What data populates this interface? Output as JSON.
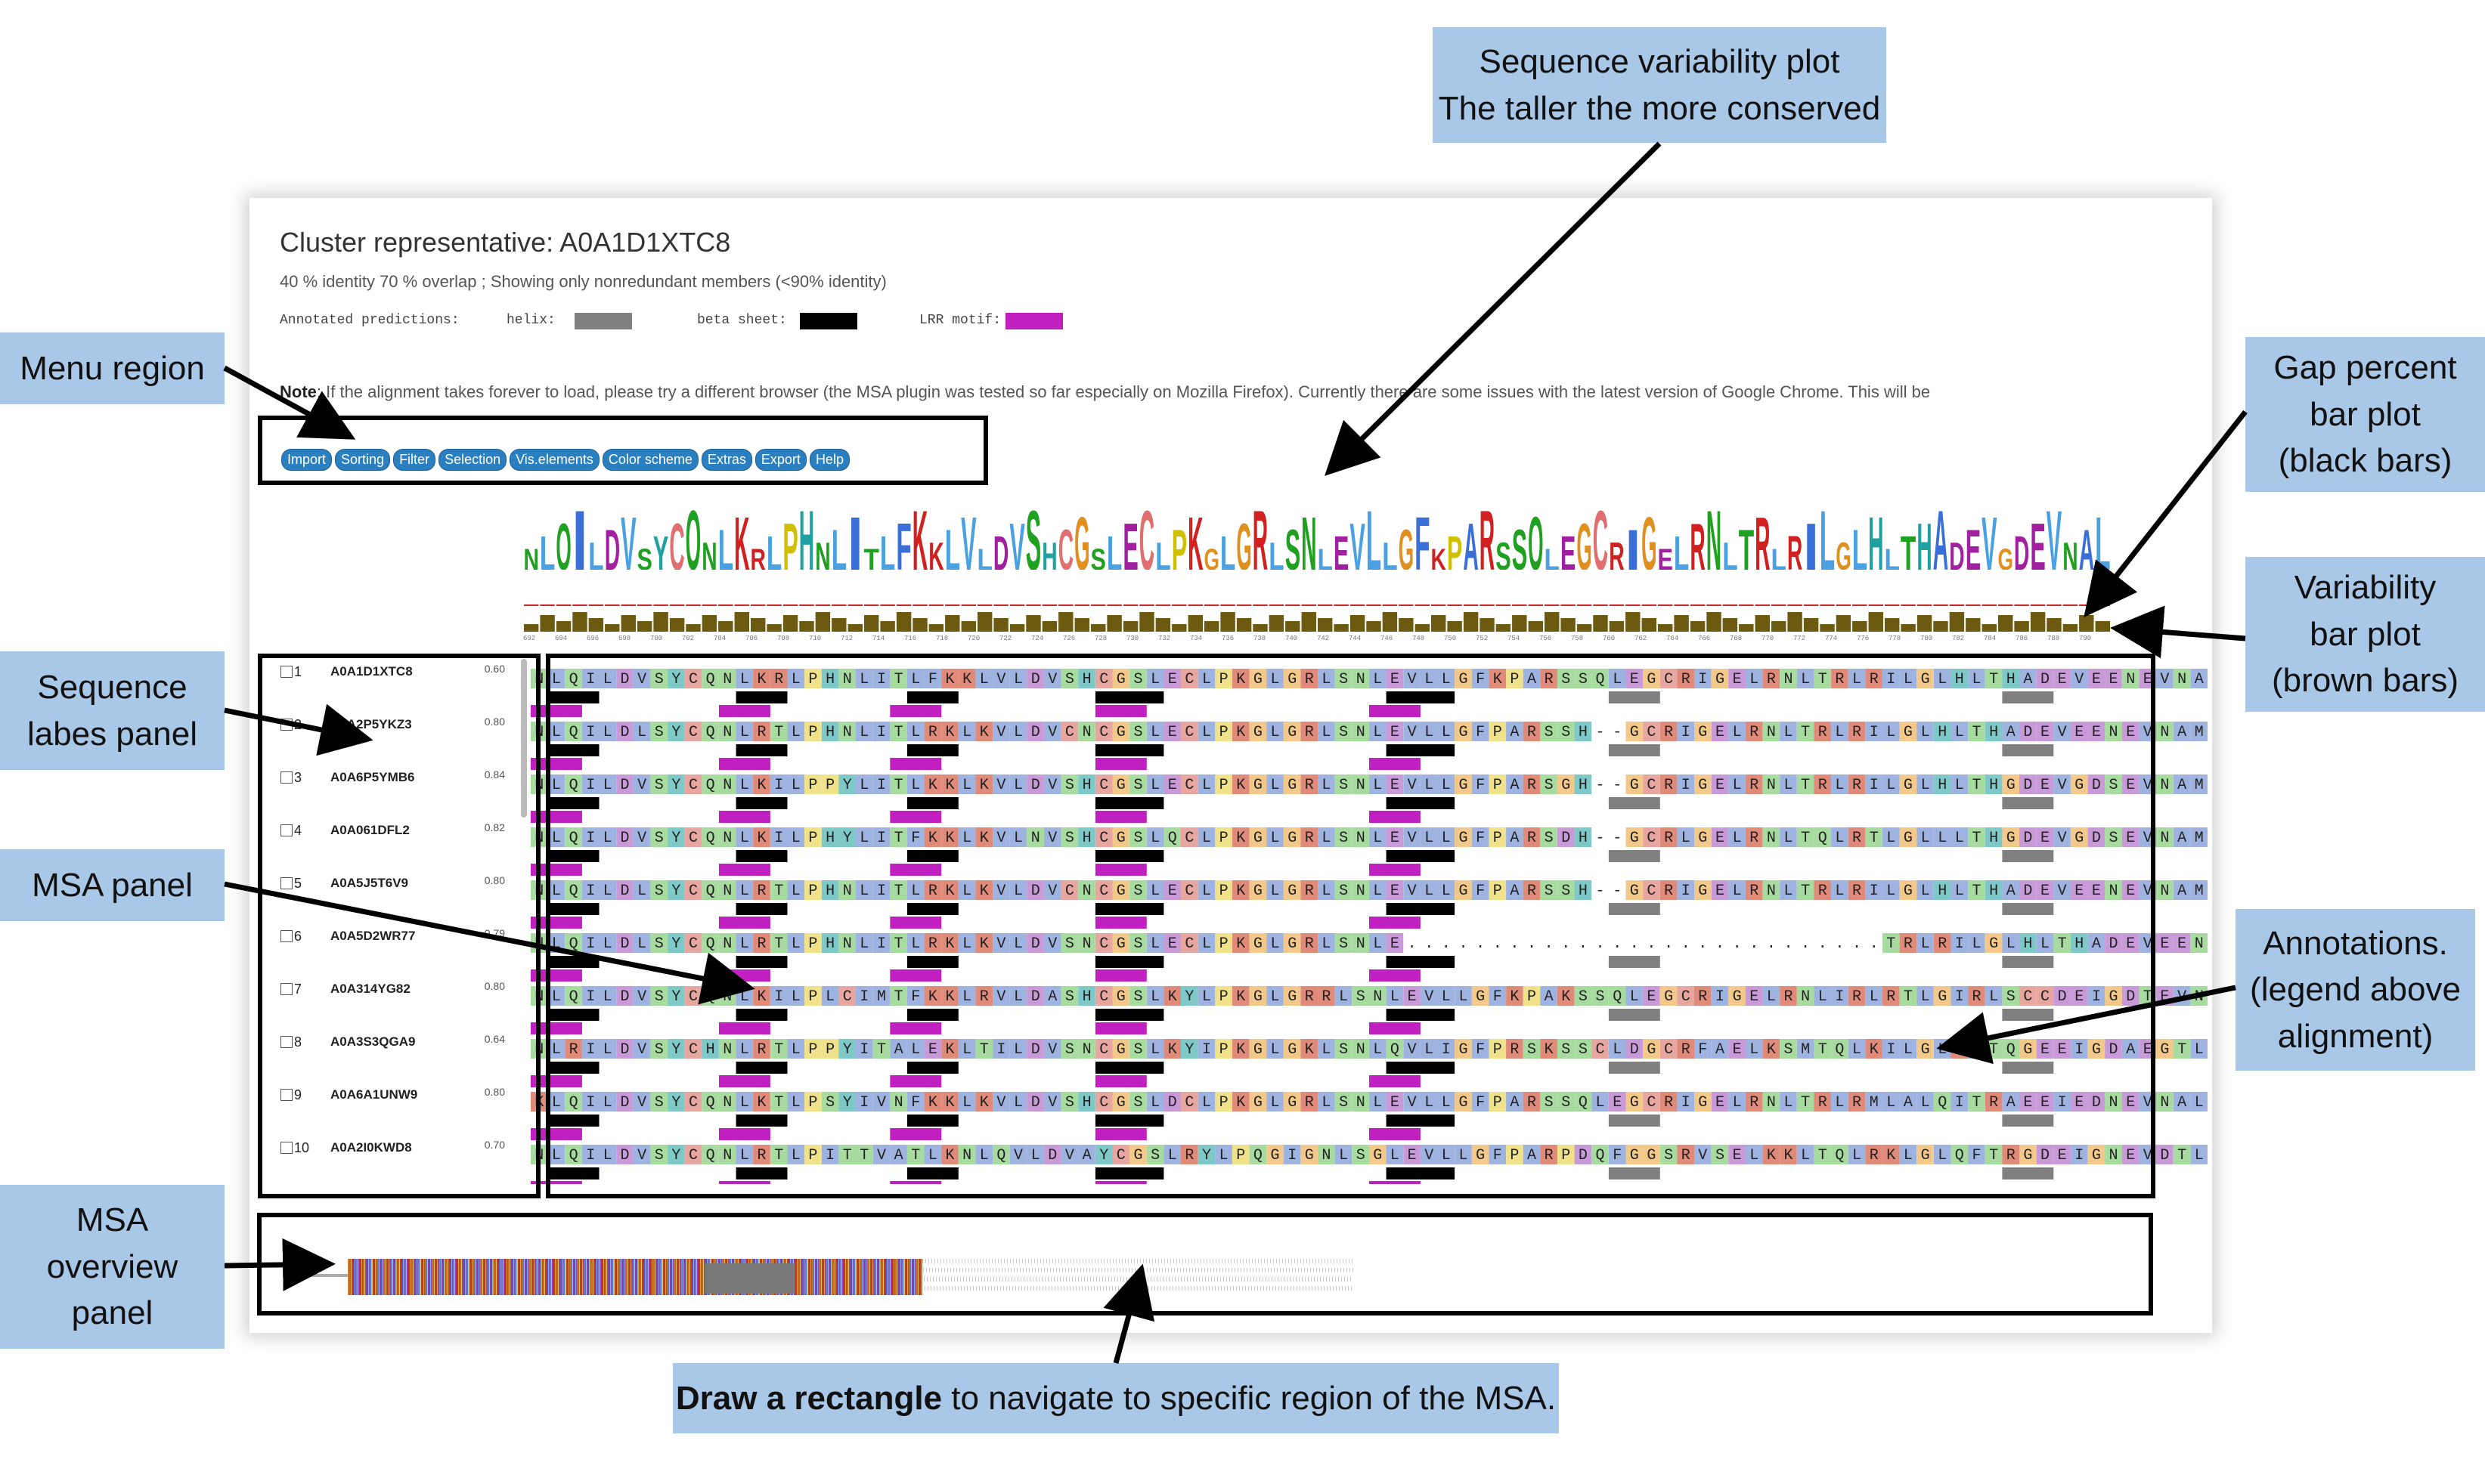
{
  "header": {
    "title": "Cluster representative: A0A1D1XTC8",
    "subtitle": "40 % identity 70 % overlap ; Showing only nonredundant members (<90% identity)"
  },
  "annotation_legend": {
    "label": "Annotated predictions:",
    "items": [
      {
        "label": "helix:",
        "color": "#808080"
      },
      {
        "label": "beta sheet:",
        "color": "#000000"
      },
      {
        "label": "LRR motif:",
        "color": "#c020c0"
      }
    ]
  },
  "note": {
    "label": "Note",
    "text": ": If the alignment takes forever to load, please try a different browser (the MSA plugin was tested so far especially on Mozilla Firefox). Currently there are some issues with the latest version of Google Chrome. This will be"
  },
  "menu": [
    "Import",
    "Sorting",
    "Filter",
    "Selection",
    "Vis.elements",
    "Color scheme",
    "Extras",
    "Export",
    "Help"
  ],
  "ruler": [
    "692",
    "694",
    "696",
    "698",
    "700",
    "702",
    "704",
    "706",
    "708",
    "710",
    "712",
    "714",
    "716",
    "718",
    "720",
    "722",
    "724",
    "726",
    "728",
    "730",
    "732",
    "734",
    "736",
    "738",
    "740",
    "742",
    "744",
    "746",
    "748",
    "750",
    "752",
    "754",
    "756",
    "758",
    "760",
    "762",
    "764",
    "766",
    "768",
    "770",
    "772",
    "774",
    "776",
    "778",
    "780",
    "782",
    "784",
    "786",
    "788",
    "790"
  ],
  "logo": {
    "letters": "NLQILDVSYCQNLKRLPHNLITLFKKLVLDVSHCGSLECLPKGLGRLSNLEVLLGFKPARSSQLEGCRIGELRNLTRLRILGLHLTHADEVGDEVNAL"
  },
  "sequences": [
    {
      "index": "1",
      "id": "A0A1D1XTC8",
      "score": "0.60",
      "seq": "NLQILDVSYCQNLKRLPHNLITLFKKLVLDVSHCGSLECLPKGLGRLSNLEVLLGFKPARSSQLEGCRIGELRNLTRLRILGLHLTHADEVEENEVNAL"
    },
    {
      "index": "2",
      "id": "A0A2P5YKZ3",
      "score": "0.80",
      "seq": "NLQILDLSYCQNLRTLPHNLITLRKLKVLDVCNCGSLECLPKGLGRLSNLEVLLGFPARSSH--GCRIGELRNLTRLRILGLHLTHADEVEENEVNAM"
    },
    {
      "index": "3",
      "id": "A0A6P5YMB6",
      "score": "0.84",
      "seq": "NLQILDVSYCQNLKILPPYLITLKKLKVLDVSHCGSLECLPKGLGRLSNLEVLLGFPARSGH--GCRIGELRNLTRLRILGLHLTHGDEVGDSEVNAM"
    },
    {
      "index": "4",
      "id": "A0A061DFL2",
      "score": "0.82",
      "seq": "NLQILDVSYCQNLKILPHYLITFKKLKVLNVSHCGSLQCLPKGLGRLSNLEVLLGFPARSDH--GCRLGELRNLTQLRTLGLLLTHGDEVGDSEVNAM"
    },
    {
      "index": "5",
      "id": "A0A5J5T6V9",
      "score": "0.80",
      "seq": "NLQILDLSYCQNLRTLPHNLITLRKLKVLDVCNCGSLECLPKGLGRLSNLEVLLGFPARSSH--GCRIGELRNLTRLRILGLHLTHADEVEENEVNAM"
    },
    {
      "index": "6",
      "id": "A0A5D2WR77",
      "score": "0.79",
      "seq": "NLQILDLSYCQNLRTLPHNLITLRKLKVLDVSNCGSLECLPKGLGRLSNLE............................TRLRILGLHLTHADEVEENEVNAM"
    },
    {
      "index": "7",
      "id": "A0A314YG82",
      "score": "0.80",
      "seq": "NLQILDVSYCQNLKILPLCIMTFKKLRVLDASHCGSLKYLPKGLGRRLSNLEVLLGFKPAKSSQLEGCRIGELRNLIRLRTLGIRLSCCDEIGDTEVNVLV"
    },
    {
      "index": "8",
      "id": "A0A3S3QGA9",
      "score": "0.64",
      "seq": "NLRILDVSYCHNLRTLPPYITALEKLTILDVSNCGSLKYIPKGLGKLSNLQVLIGFPRSKSSCLDGCRFAELKSMTQLKILGLRITQGEEIGDAEGTLS"
    },
    {
      "index": "9",
      "id": "A0A6A1UNW9",
      "score": "0.80",
      "seq": "KLQILDVSYCQNLKTLPSYIVNFKKLKVLDVSHCGSLDCLPKGLGRLSNLEVLLGFPARSSQLEGCRIGELRNLTRLRMLALQITRAEEIEDNEVNAL"
    },
    {
      "index": "10",
      "id": "A0A2I0KWD8",
      "score": "0.70",
      "seq": "NLQILDVSYCQNLRTLPITTVATLKNLQVLDVAYCGSLRYLPQGIGNLSGLEVLLGFPARPDQFGGSRVSELKKLTQLRKLGLQFTRGDEIGNEVDTLL"
    }
  ],
  "callouts": {
    "variability_plot": [
      "Sequence variability plot",
      "The taller the more conserved"
    ],
    "menu_region": [
      "Menu region"
    ],
    "gap_percent": [
      "Gap percent",
      "bar plot",
      "(black bars)"
    ],
    "variability_bar": [
      "Variability",
      "bar plot",
      "(brown bars)"
    ],
    "sequence_labels": [
      "Sequence",
      "labes panel"
    ],
    "msa_panel": [
      "MSA panel"
    ],
    "annotations": [
      "Annotations.",
      "(legend above",
      "alignment)"
    ],
    "msa_overview": [
      "MSA",
      "overview",
      "panel"
    ],
    "draw_rectangle": {
      "strong": "Draw a rectangle",
      "rest": " to navigate to specific region of the MSA."
    }
  },
  "colors": {
    "callout_bg": "#a9c7e6",
    "helix": "#808080",
    "beta_sheet": "#000000",
    "lrr_motif": "#c020c0",
    "variability_bar": "#6b5a10",
    "menu_button": "#2a7fc1"
  }
}
